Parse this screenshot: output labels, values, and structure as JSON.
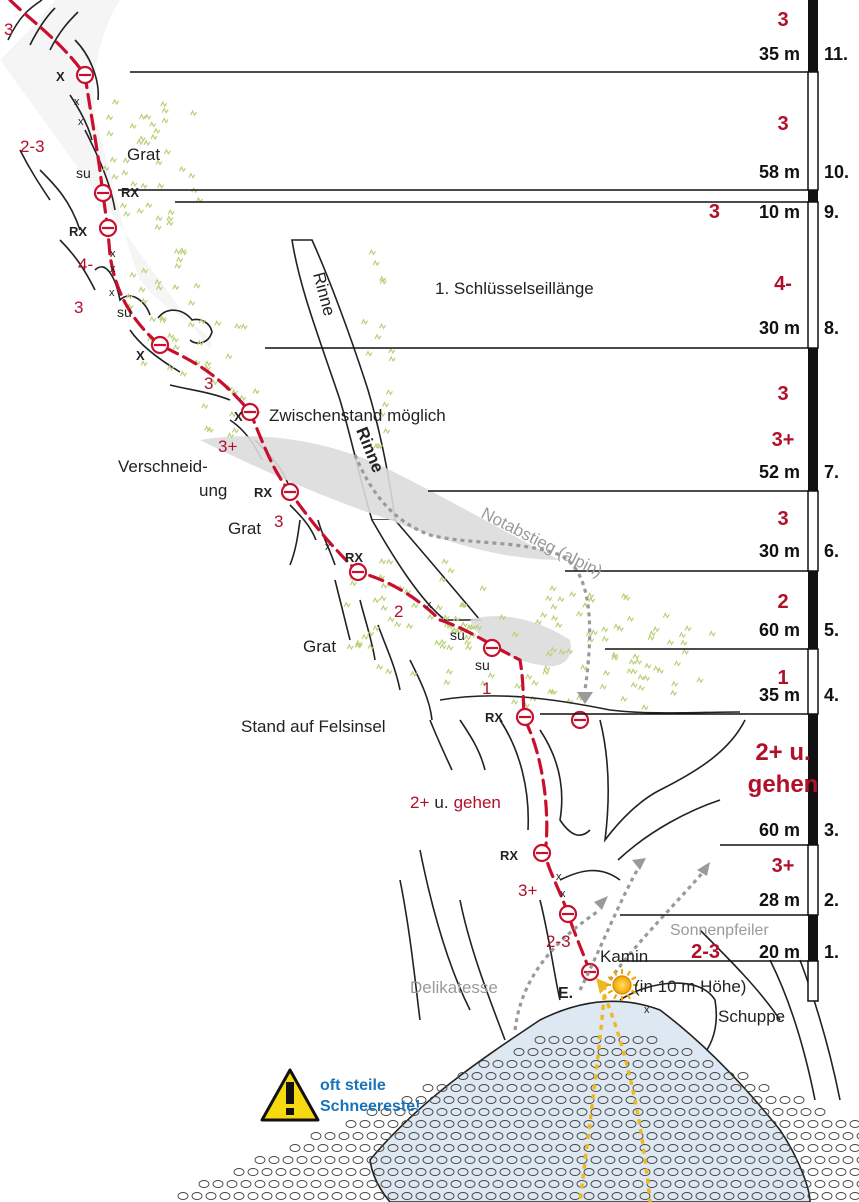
{
  "pitches": [
    {
      "number": "11.",
      "length": "35 m",
      "grades": [
        "3"
      ]
    },
    {
      "number": "10.",
      "length": "58 m",
      "grades": [
        "3"
      ]
    },
    {
      "number": "9.",
      "length": "10 m",
      "grades": [
        "3"
      ]
    },
    {
      "number": "8.",
      "length": "30 m",
      "grades": [
        "4-"
      ]
    },
    {
      "number": "7.",
      "length": "52 m",
      "grades": [
        "3",
        "3+"
      ]
    },
    {
      "number": "6.",
      "length": "30 m",
      "grades": [
        "3"
      ]
    },
    {
      "number": "5.",
      "length": "60 m",
      "grades": [
        "2"
      ]
    },
    {
      "number": "4.",
      "length": "35 m",
      "grades": [
        "1"
      ]
    },
    {
      "number": "3.",
      "length": "60 m",
      "grades": [
        "2+ u.",
        "gehen"
      ]
    },
    {
      "number": "2.",
      "length": "28 m",
      "grades": [
        "3+"
      ]
    },
    {
      "number": "1.",
      "length": "20 m",
      "grades": [
        "2-3"
      ]
    }
  ],
  "labels": {
    "grat": "Grat",
    "rinne": "Rinne",
    "schluessel": "1. Schlüsselseillänge",
    "zwischenstand": "Zwischenstand möglich",
    "verschneidung1": "Verschneid-",
    "verschneidung2": "ung",
    "notabstieg": "Notabstieg (alpin)",
    "stand_felsinsel": "Stand auf Felsinsel",
    "kamin": "Kamin",
    "sonnenpfeiler": "Sonnenpfeiler",
    "in_hoehe": "(in 10 m Höhe)",
    "delikatesse": "Delikatesse",
    "schuppe": "Schuppe",
    "einstieg": "E.",
    "warning1": "oft steile",
    "warning2": "Schneereste!",
    "su": "su",
    "x": "x",
    "X": "X",
    "RX": "RX"
  },
  "route_grades": {
    "g3_top": "3",
    "g23": "2-3",
    "g4minus": "4-",
    "g3_a": "3",
    "g3_b": "3",
    "g3plus": "3+",
    "g3_c": "3",
    "g2": "2",
    "g1": "1",
    "g2plus": "2+",
    "u": "u.",
    "gehen": "gehen",
    "g3plus_b": "3+",
    "g23_b": "2-3"
  },
  "colors": {
    "route": "#c8102e",
    "grade": "#b0102a",
    "warning_text": "#1a73b8",
    "notabstieg": "#9a9a9a",
    "approach": "#f0b820",
    "grass": "#b8d27a",
    "snow": "#dde8f2"
  }
}
